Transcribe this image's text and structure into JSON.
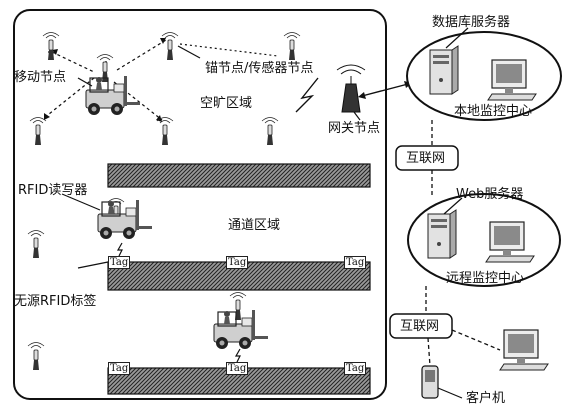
{
  "labels": {
    "anchor_nodes": "锚节点/传感器节点",
    "mobile_node": "移动节点",
    "open_area": "空旷区域",
    "gateway_node": "网关节点",
    "rfid_reader": "RFID读写器",
    "aisle_area": "通道区域",
    "passive_rfid_tag": "无源RFID标签",
    "db_server": "数据库服务器",
    "local_monitor": "本地监控中心",
    "internet_1": "互联网",
    "web_server": "Web服务器",
    "remote_monitor": "远程监控中心",
    "internet_2": "互联网",
    "client": "客户机"
  },
  "tag_text": "Tag"
}
